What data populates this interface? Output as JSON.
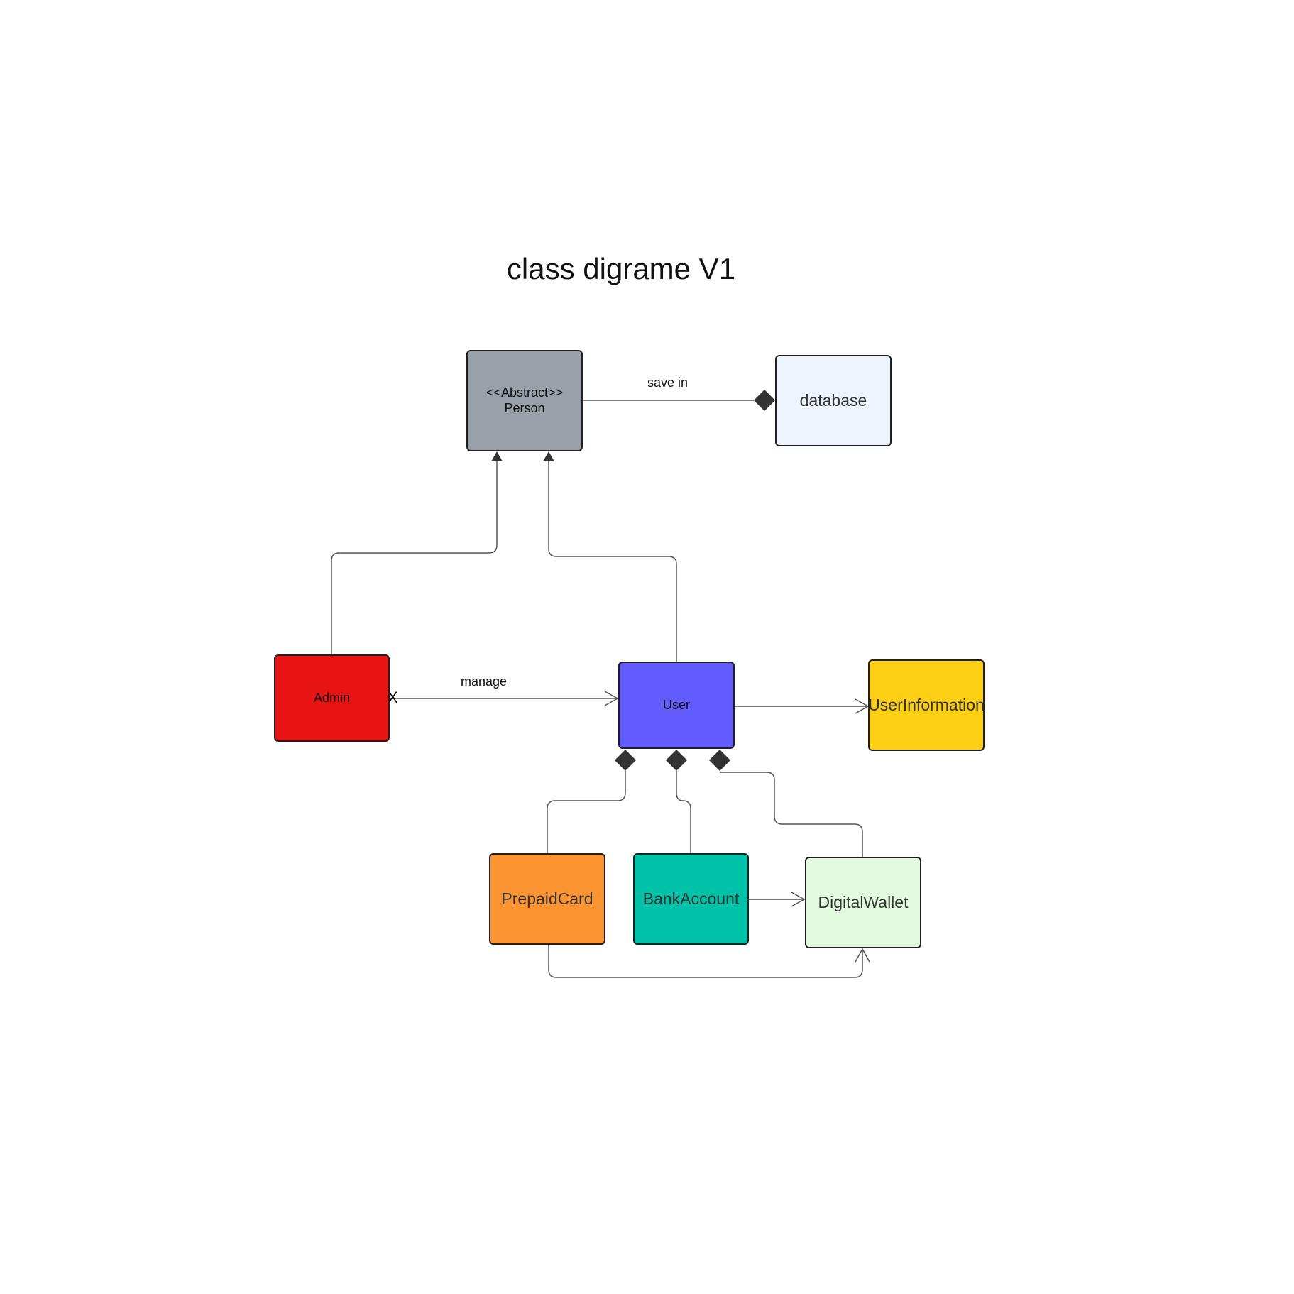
{
  "diagram": {
    "title": "class digrame V1",
    "nodes": {
      "person": {
        "label": "<<Abstract>>\nPerson",
        "color": "#99a0aa"
      },
      "database": {
        "label": "database",
        "color": "#edf4fe"
      },
      "admin": {
        "label": "Admin",
        "color": "#e81313"
      },
      "user": {
        "label": "User",
        "color": "#635dff"
      },
      "userinformation": {
        "label": "UserInformation",
        "color": "#fccf14"
      },
      "prepaidcard": {
        "label": "PrepaidCard",
        "color": "#fc9432"
      },
      "bankaccount": {
        "label": "BankAccount",
        "color": "#00c2a8"
      },
      "digitalwallet": {
        "label": "DigitalWallet",
        "color": "#e2fbdf"
      }
    },
    "edges": {
      "save_in": "save in",
      "manage": "manage",
      "manage_end_marker": "X"
    }
  }
}
